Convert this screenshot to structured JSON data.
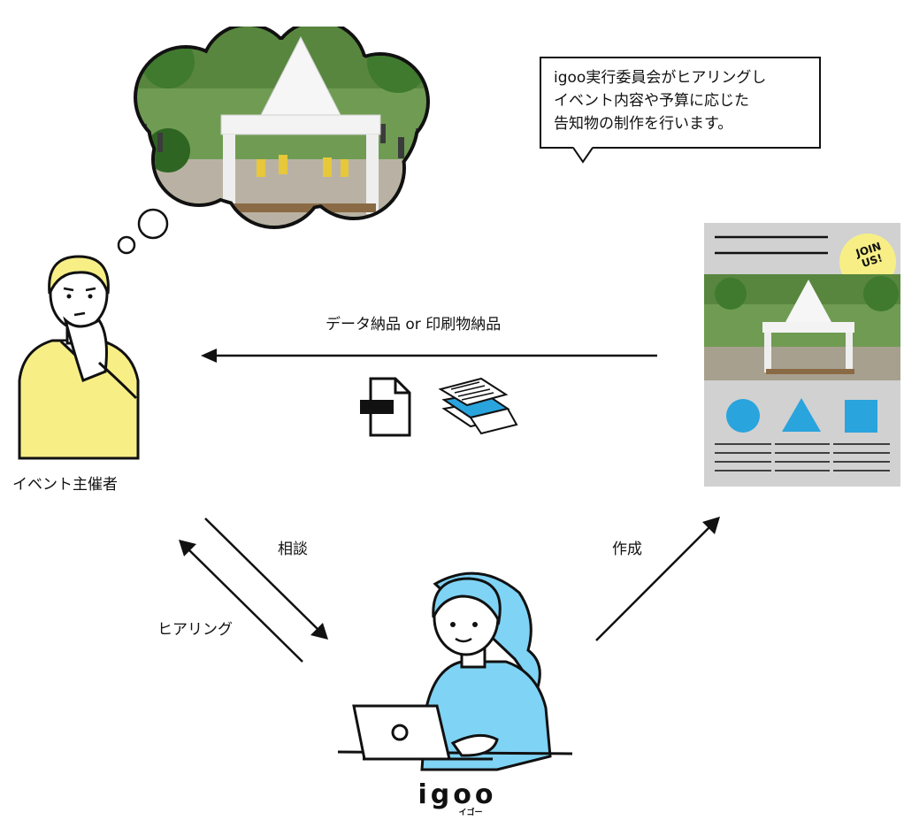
{
  "speech_bubble": {
    "lines": [
      "igoo実行委員会がヒアリングし",
      "イベント内容や予算に応じた",
      "告知物の制作を行います。"
    ]
  },
  "labels": {
    "event_organizer": "イベント主催者",
    "delivery": "データ納品 or 印刷物納品",
    "consultation": "相談",
    "hearing": "ヒアリング",
    "creation": "作成"
  },
  "poster": {
    "badge_line1": "JOIN",
    "badge_line2": "US!"
  },
  "logo": {
    "main": "igoo",
    "kana": "イゴー"
  },
  "colors": {
    "yellow": "#f7ef86",
    "blue": "#2aa4dd",
    "light_blue": "#7fd3f5",
    "poster_gray": "#d1d1d1",
    "green": "#4f8a3a"
  }
}
